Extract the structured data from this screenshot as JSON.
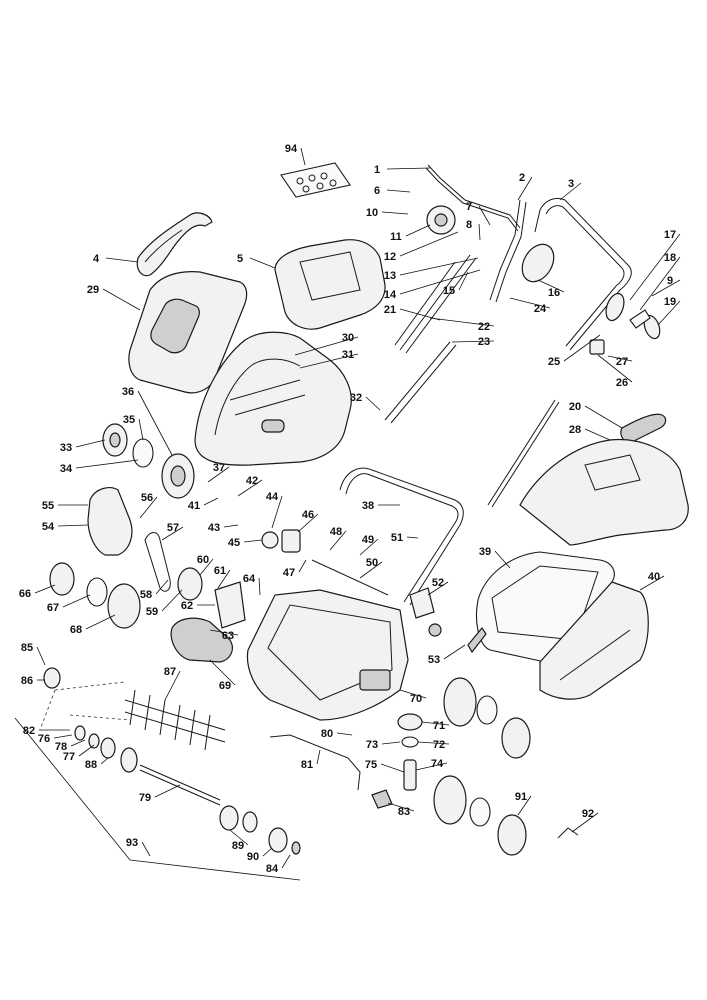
{
  "diagram": {
    "parts": [
      {
        "id": "1",
        "label": "1"
      },
      {
        "id": "2",
        "label": "2"
      },
      {
        "id": "3",
        "label": "3"
      },
      {
        "id": "4",
        "label": "4"
      },
      {
        "id": "5",
        "label": "5"
      },
      {
        "id": "6",
        "label": "6"
      },
      {
        "id": "7",
        "label": "7"
      },
      {
        "id": "8",
        "label": "8"
      },
      {
        "id": "9",
        "label": "9"
      },
      {
        "id": "10",
        "label": "10"
      },
      {
        "id": "11",
        "label": "11"
      },
      {
        "id": "12",
        "label": "12"
      },
      {
        "id": "13",
        "label": "13"
      },
      {
        "id": "14",
        "label": "14"
      },
      {
        "id": "15",
        "label": "15"
      },
      {
        "id": "16",
        "label": "16"
      },
      {
        "id": "17",
        "label": "17"
      },
      {
        "id": "18",
        "label": "18"
      },
      {
        "id": "19",
        "label": "19"
      },
      {
        "id": "20",
        "label": "20"
      },
      {
        "id": "21",
        "label": "21"
      },
      {
        "id": "22",
        "label": "22"
      },
      {
        "id": "23",
        "label": "23"
      },
      {
        "id": "24",
        "label": "24"
      },
      {
        "id": "25",
        "label": "25"
      },
      {
        "id": "26",
        "label": "26"
      },
      {
        "id": "27",
        "label": "27"
      },
      {
        "id": "28",
        "label": "28"
      },
      {
        "id": "29",
        "label": "29"
      },
      {
        "id": "30",
        "label": "30"
      },
      {
        "id": "31",
        "label": "31"
      },
      {
        "id": "32",
        "label": "32"
      },
      {
        "id": "33",
        "label": "33"
      },
      {
        "id": "34",
        "label": "34"
      },
      {
        "id": "35",
        "label": "35"
      },
      {
        "id": "36",
        "label": "36"
      },
      {
        "id": "37",
        "label": "37"
      },
      {
        "id": "38",
        "label": "38"
      },
      {
        "id": "39",
        "label": "39"
      },
      {
        "id": "40",
        "label": "40"
      },
      {
        "id": "41",
        "label": "41"
      },
      {
        "id": "42",
        "label": "42"
      },
      {
        "id": "43",
        "label": "43"
      },
      {
        "id": "44",
        "label": "44"
      },
      {
        "id": "45",
        "label": "45"
      },
      {
        "id": "46",
        "label": "46"
      },
      {
        "id": "47",
        "label": "47"
      },
      {
        "id": "48",
        "label": "48"
      },
      {
        "id": "49",
        "label": "49"
      },
      {
        "id": "50",
        "label": "50"
      },
      {
        "id": "51",
        "label": "51"
      },
      {
        "id": "52",
        "label": "52"
      },
      {
        "id": "53",
        "label": "53"
      },
      {
        "id": "54",
        "label": "54"
      },
      {
        "id": "55",
        "label": "55"
      },
      {
        "id": "56",
        "label": "56"
      },
      {
        "id": "57",
        "label": "57"
      },
      {
        "id": "58",
        "label": "58"
      },
      {
        "id": "59",
        "label": "59"
      },
      {
        "id": "60",
        "label": "60"
      },
      {
        "id": "61",
        "label": "61"
      },
      {
        "id": "62",
        "label": "62"
      },
      {
        "id": "63",
        "label": "63"
      },
      {
        "id": "64",
        "label": "64"
      },
      {
        "id": "66",
        "label": "66"
      },
      {
        "id": "67",
        "label": "67"
      },
      {
        "id": "68",
        "label": "68"
      },
      {
        "id": "69",
        "label": "69"
      },
      {
        "id": "70",
        "label": "70"
      },
      {
        "id": "71",
        "label": "71"
      },
      {
        "id": "72",
        "label": "72"
      },
      {
        "id": "73",
        "label": "73"
      },
      {
        "id": "74",
        "label": "74"
      },
      {
        "id": "75",
        "label": "75"
      },
      {
        "id": "76",
        "label": "76"
      },
      {
        "id": "77",
        "label": "77"
      },
      {
        "id": "78",
        "label": "78"
      },
      {
        "id": "79",
        "label": "79"
      },
      {
        "id": "80",
        "label": "80"
      },
      {
        "id": "81",
        "label": "81"
      },
      {
        "id": "82",
        "label": "82"
      },
      {
        "id": "83",
        "label": "83"
      },
      {
        "id": "84",
        "label": "84"
      },
      {
        "id": "85",
        "label": "85"
      },
      {
        "id": "86",
        "label": "86"
      },
      {
        "id": "87",
        "label": "87"
      },
      {
        "id": "88",
        "label": "88"
      },
      {
        "id": "89",
        "label": "89"
      },
      {
        "id": "90",
        "label": "90"
      },
      {
        "id": "91",
        "label": "91"
      },
      {
        "id": "92",
        "label": "92"
      },
      {
        "id": "93",
        "label": "93"
      },
      {
        "id": "94",
        "label": "94"
      }
    ]
  }
}
